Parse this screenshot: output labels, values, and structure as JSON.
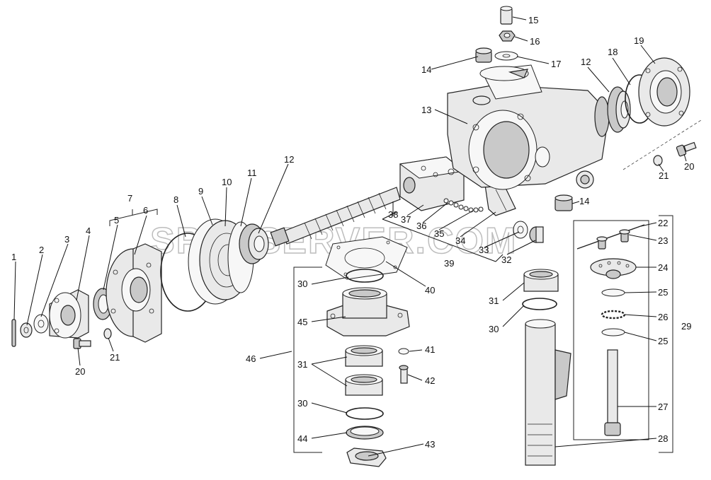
{
  "watermark": "SPECSERVER.COM",
  "callouts": [
    "1",
    "2",
    "3",
    "4",
    "5",
    "6",
    "7",
    "8",
    "9",
    "10",
    "11",
    "12",
    "12",
    "13",
    "14",
    "14",
    "15",
    "16",
    "17",
    "18",
    "19",
    "20",
    "20",
    "21",
    "21",
    "22",
    "23",
    "24",
    "25",
    "25",
    "26",
    "27",
    "28",
    "29",
    "30",
    "30",
    "30",
    "31",
    "31",
    "32",
    "33",
    "34",
    "35",
    "36",
    "37",
    "38",
    "39",
    "40",
    "41",
    "42",
    "43",
    "44",
    "45",
    "46"
  ]
}
